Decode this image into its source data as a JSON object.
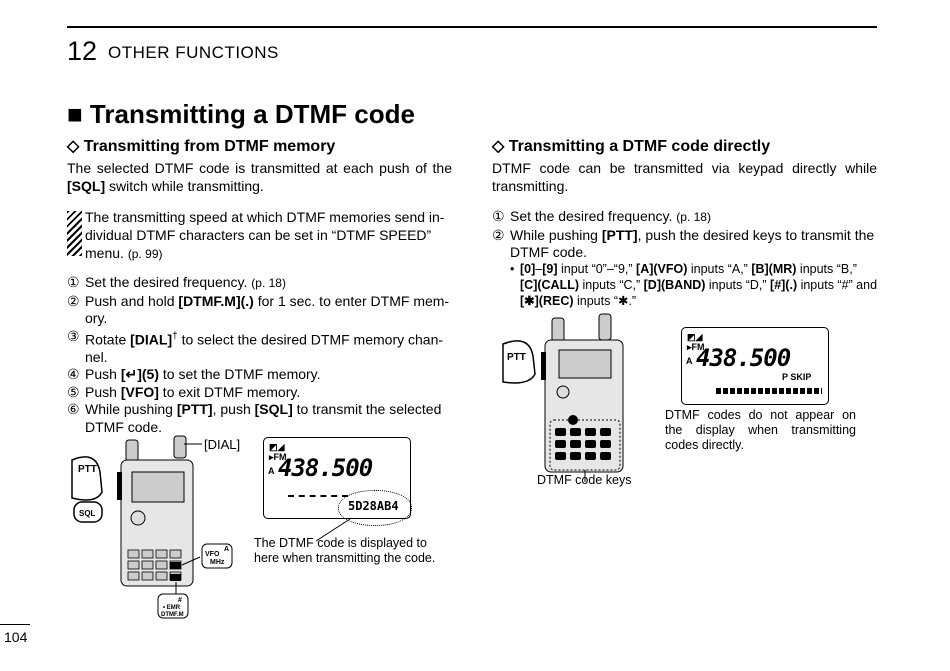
{
  "header": {
    "chapter_number": "12",
    "chapter_title": "OTHER FUNCTIONS"
  },
  "section_title": "■ Transmitting a DTMF code",
  "left": {
    "subtitle": "◇ Transmitting from DTMF memory",
    "intro_1": "The selected DTMF code is transmitted at each push of the ",
    "intro_key": "[SQL]",
    "intro_2": " switch while transmitting.",
    "note_1": "The transmitting speed at which DTMF memories send in-",
    "note_2": "dividual DTMF characters can be set in “DTMF SPEED”",
    "note_3": "menu. ",
    "note_ref": "(p. 99)",
    "steps": [
      {
        "num": "①",
        "parts": [
          {
            "t": "Set the desired frequency. "
          },
          {
            "t": "(p. 18)",
            "ref": true
          }
        ]
      },
      {
        "num": "②",
        "parts": [
          {
            "t": "Push and hold "
          },
          {
            "t": "[DTMF.M](.)",
            "b": true
          },
          {
            "t": " for 1 sec. to enter DTMF mem-ory."
          }
        ]
      },
      {
        "num": "③",
        "parts": [
          {
            "t": "Rotate "
          },
          {
            "t": "[DIAL]",
            "b": true
          },
          {
            "t": "†",
            "sup": true
          },
          {
            "t": " to select the desired DTMF memory chan-nel."
          }
        ]
      },
      {
        "num": "④",
        "parts": [
          {
            "t": "Push "
          },
          {
            "t": "[↵](5)",
            "b": true
          },
          {
            "t": " to set the DTMF memory."
          }
        ]
      },
      {
        "num": "⑤",
        "parts": [
          {
            "t": "Push "
          },
          {
            "t": "[VFO]",
            "b": true
          },
          {
            "t": " to exit DTMF memory."
          }
        ]
      },
      {
        "num": "⑥",
        "parts": [
          {
            "t": "While pushing "
          },
          {
            "t": "[PTT]",
            "b": true
          },
          {
            "t": ", push "
          },
          {
            "t": "[SQL]",
            "b": true
          },
          {
            "t": " to transmit the selected DTMF code."
          }
        ]
      }
    ],
    "fig": {
      "dial_label": "[DIAL]",
      "ptt_label": "PTT",
      "sql_label": "SQL",
      "vfo_label": "VFO",
      "vfo_a": "A",
      "vfo_mhz": "MHz",
      "emr_hash": "#",
      "emr_label": "• EMR",
      "dtmfm_label": "DTMF.M",
      "lcd_mode": "▸FM",
      "lcd_a": "A",
      "lcd_freq": "438.500",
      "lcd_code": "5D28AB4"
    },
    "caption_1": "The DTMF code is displayed to",
    "caption_2": "here when transmitting the code."
  },
  "right": {
    "subtitle": "◇ Transmitting a DTMF code directly",
    "intro_1": "DTMF code can be transmitted via keypad directly while",
    "intro_2": "transmitting.",
    "step1_num": "①",
    "step1": "Set the desired frequency. ",
    "step1_ref": "(p. 18)",
    "step2_num": "②",
    "step2_a": "While pushing ",
    "step2_key": "[PTT]",
    "step2_b": ", push the desired keys to transmit the DTMF code.",
    "bullet": {
      "dot": "•",
      "k0": "[0]",
      "dash": "–",
      "k9": "[9]",
      "t1": " input “0”–“9,” ",
      "ka": "[A](VFO)",
      "t2": " inputs “A,” ",
      "kb": "[B](MR)",
      "t3": " inputs “B,”",
      "kc": "[C](CALL)",
      "t4": " inputs “C,” ",
      "kd": "[D](BAND)",
      "t5": " inputs “D,” ",
      "kh": "[#](.)",
      "t6": " inputs “#” and",
      "ks": "[✱](REC)",
      "t7": " inputs “✱.”"
    },
    "fig": {
      "ptt_label": "PTT",
      "keys_caption": "DTMF code keys",
      "lcd_mode": "▸FM",
      "lcd_a": "A",
      "lcd_freq": "438.500",
      "lcd_pskip": "P SKIP"
    },
    "caption_1": "DTMF codes do not appear on",
    "caption_2": "the display when transmitting",
    "caption_3": "codes directly."
  },
  "page_number": "104"
}
